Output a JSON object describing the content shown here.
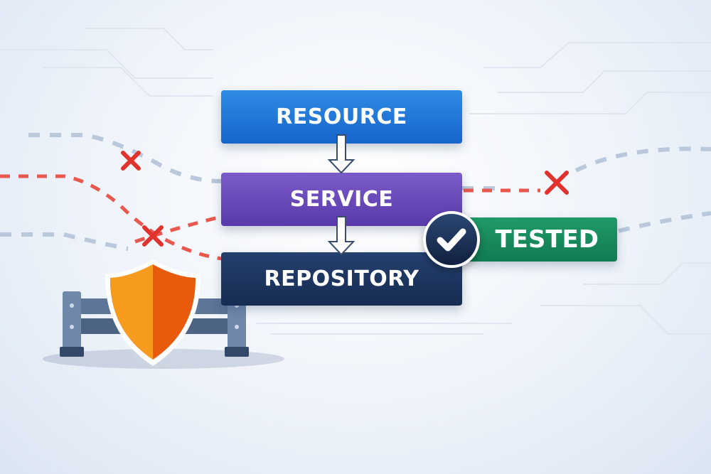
{
  "layers": [
    {
      "label": "RESOURCE"
    },
    {
      "label": "SERVICE"
    },
    {
      "label": "REPOSITORY"
    }
  ],
  "badge": {
    "label": "TESTED",
    "icon": "check-icon"
  },
  "colors": {
    "resource": "#1e74d8",
    "service": "#6749b8",
    "repository": "#1d3561",
    "tested": "#168a5c",
    "error": "#e0332e",
    "shield": "#f07a12"
  }
}
